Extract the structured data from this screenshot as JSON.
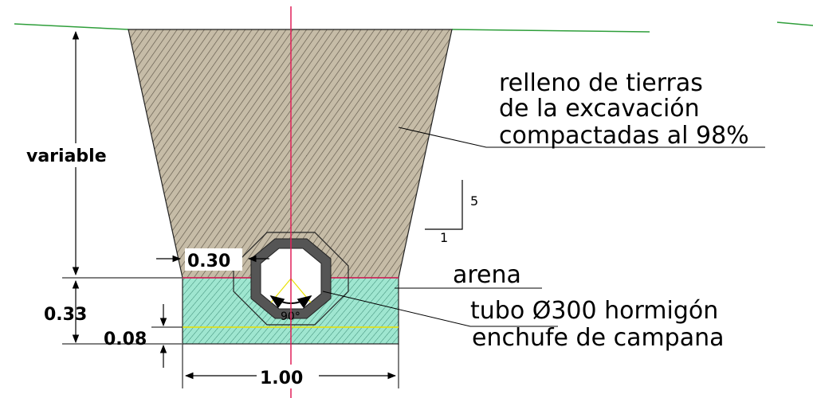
{
  "fill_label": {
    "line1": "relleno de tierras",
    "line2": "de la excavación",
    "line3": "compactadas al 98%"
  },
  "sand_label": "arena",
  "pipe_label": {
    "line1": "tubo Ø300 hormigón",
    "line2": "enchufe de campana"
  },
  "dimensions": {
    "depth": "variable",
    "side_clearance": "0.30",
    "sand_height": "0.33",
    "bed_thickness": "0.08",
    "trench_width": "1.00"
  },
  "slope": {
    "rise": "5",
    "run": "1"
  },
  "bedding_angle": "90°",
  "colors": {
    "fill": "#c6bca7",
    "fill_hatch": "#5e5648",
    "sand": "#9fe6d0",
    "sand_hatch": "#3a8a74",
    "axis": "#e0205a",
    "ground": "#2e9e3a",
    "pipe": "#555555",
    "bed_line": "#e8e000"
  }
}
